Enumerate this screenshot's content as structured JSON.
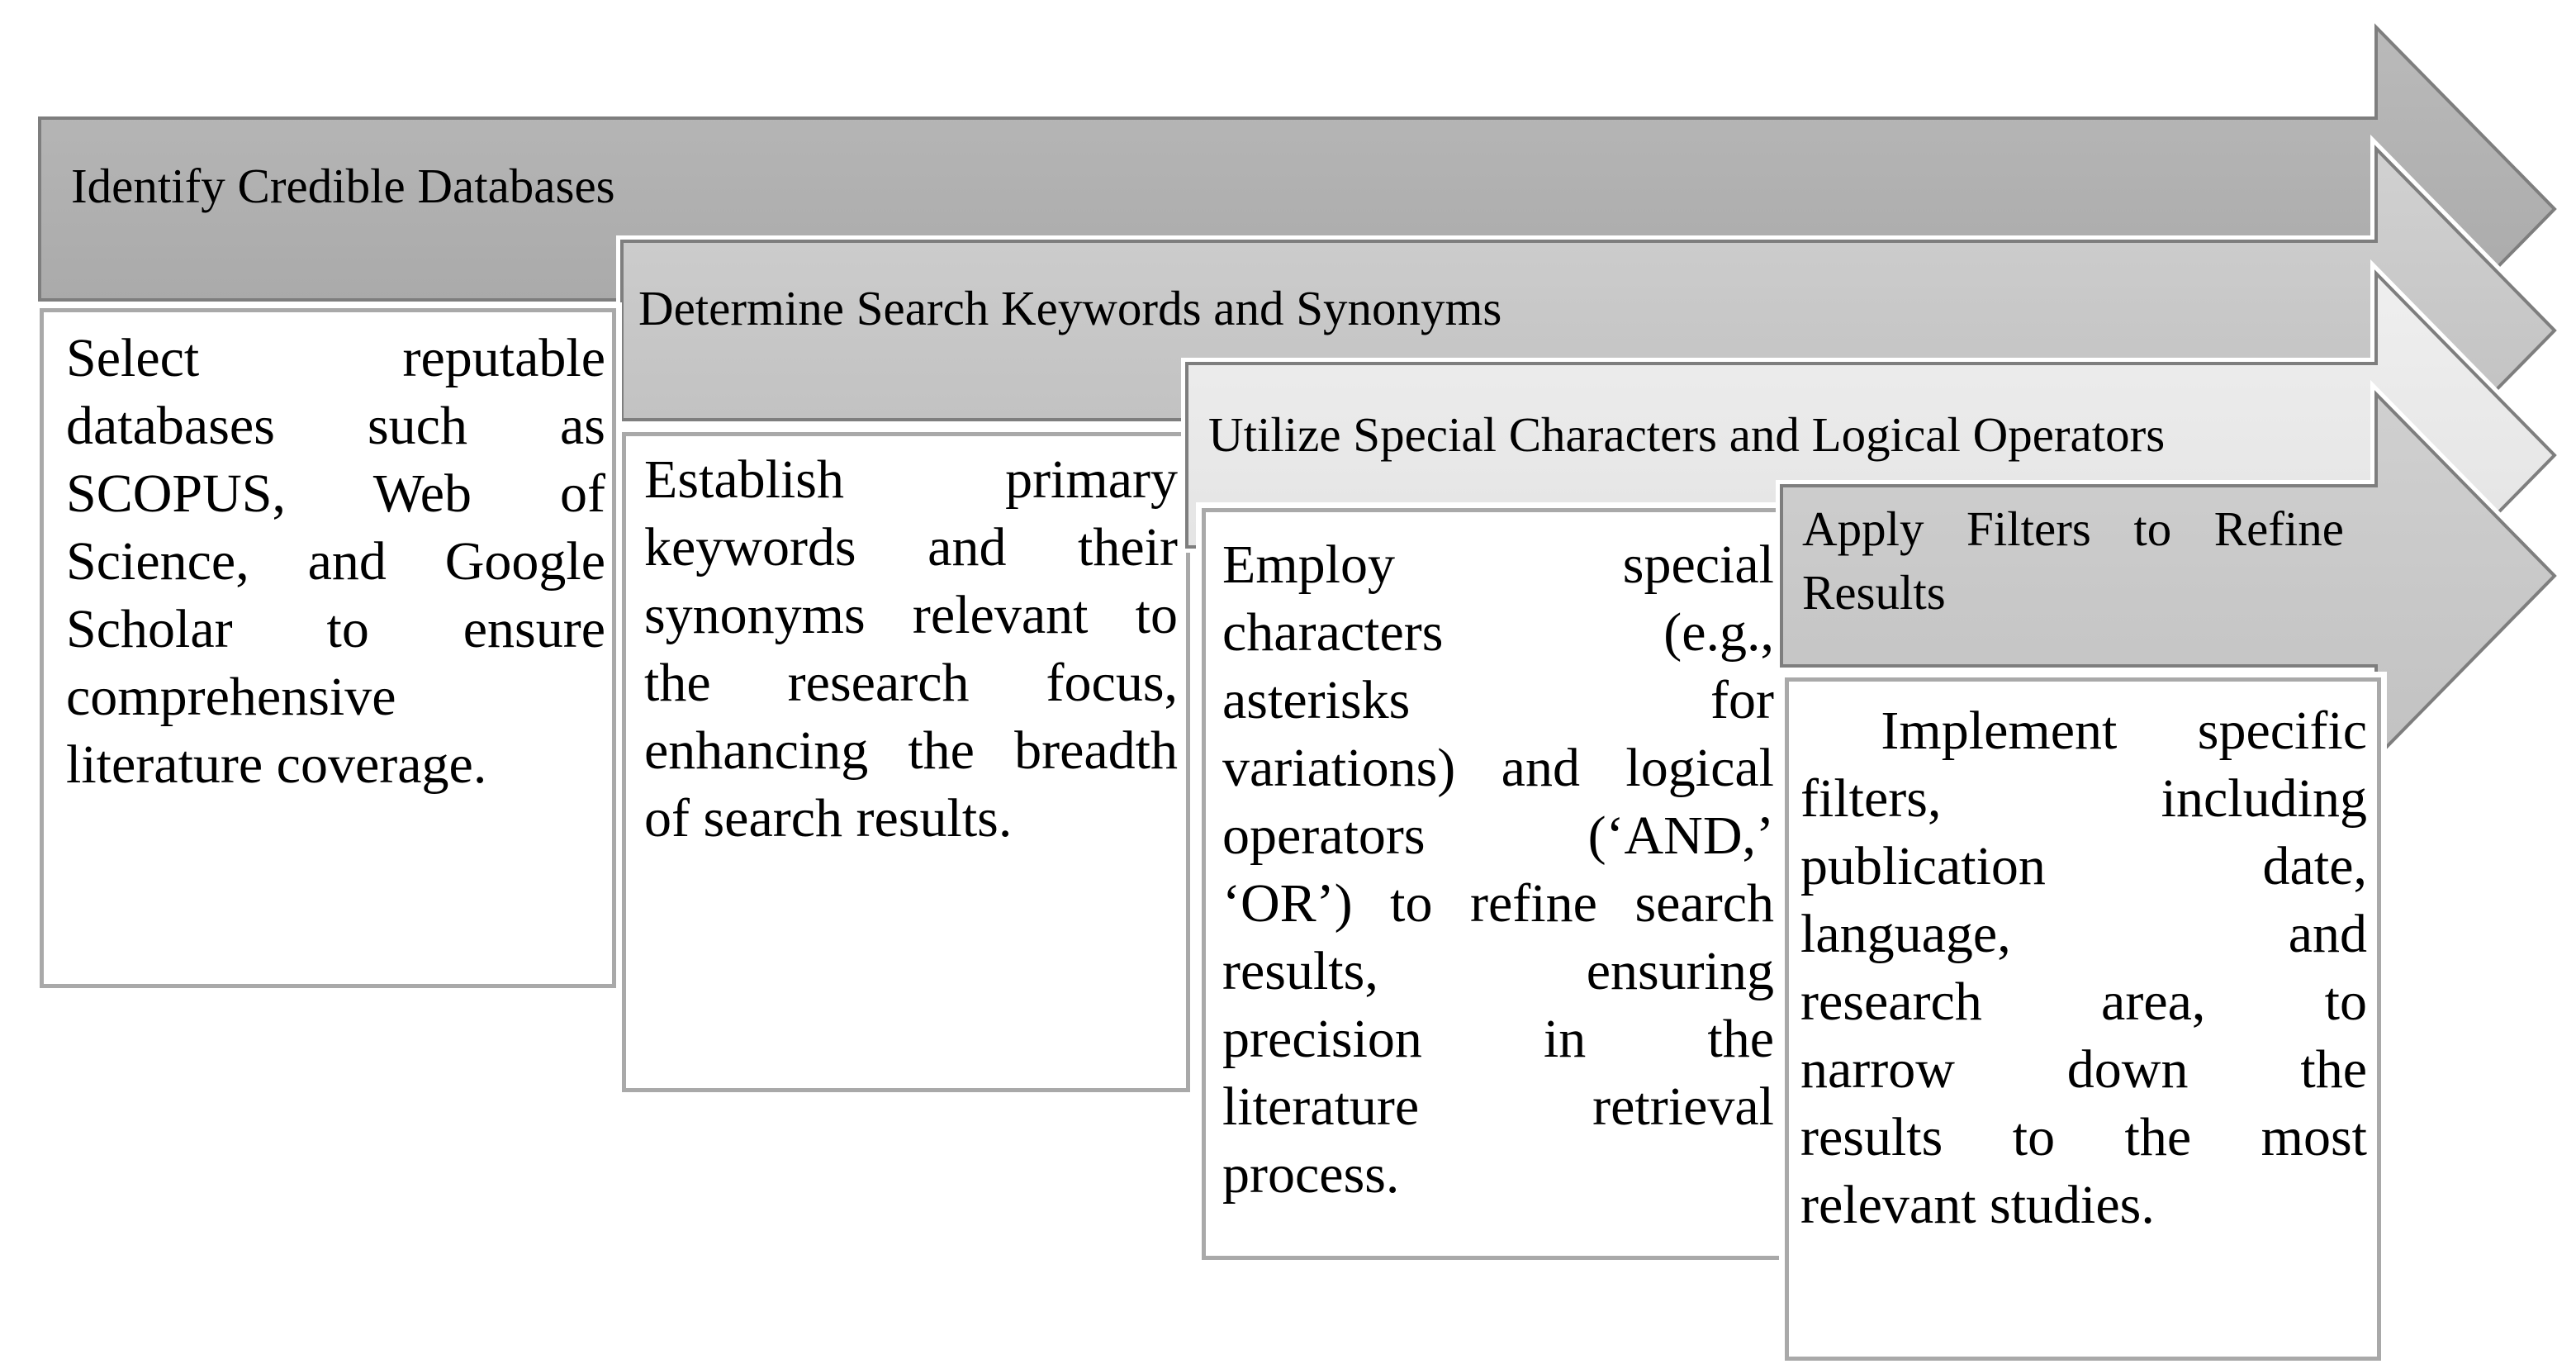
{
  "figure": {
    "type": "stepped-arrow-process-diagram",
    "background_color": "#ffffff",
    "outline_color": "#7e7e7e",
    "halo_color": "#ffffff",
    "box_border_color": "#a9a9a9",
    "box_fill_color": "#ffffff",
    "text_color": "#000000",
    "steps": [
      {
        "order": 1,
        "title": "Identify Credible Databases",
        "title_lines": [
          "Identify Credible Databases"
        ],
        "body_lines": [
          "Select reputable",
          "databases such as",
          "SCOPUS, Web of",
          "Science, and Google",
          "Scholar to ensure",
          "comprehensive",
          "literature coverage."
        ],
        "arrow_fill_top": "#bababa",
        "arrow_fill_bottom": "#a5a5a5"
      },
      {
        "order": 2,
        "title": "Determine Search Keywords and Synonyms",
        "title_lines": [
          "Determine Search Keywords and Synonyms"
        ],
        "body_lines": [
          "Establish primary",
          "keywords and their",
          "synonyms relevant to",
          "the research focus,",
          "enhancing the breadth",
          "of search results."
        ],
        "arrow_fill_top": "#d1d1d1",
        "arrow_fill_bottom": "#bdbdbd"
      },
      {
        "order": 3,
        "title": "Utilize Special Characters and Logical Operators",
        "title_lines": [
          "Utilize Special Characters and Logical Operators"
        ],
        "body_lines": [
          "Employ special",
          "characters (e.g.,",
          "asterisks for",
          "variations) and logical",
          "operators (‘AND,’",
          "‘OR’) to refine search",
          "results, ensuring",
          "precision in the",
          "literature retrieval",
          "process."
        ],
        "arrow_fill_top": "#efefef",
        "arrow_fill_bottom": "#e1e1e1"
      },
      {
        "order": 4,
        "title": "Apply Filters to Refine Results",
        "title_lines": [
          "Apply Filters to Refine",
          "Results"
        ],
        "body_lines": [
          " Implement specific",
          "filters, including",
          "publication date,",
          "language, and",
          "research area, to",
          "narrow down the",
          "results to the most",
          "relevant studies."
        ],
        "arrow_fill_top": "#d0d0d0",
        "arrow_fill_bottom": "#c2c2c2"
      }
    ]
  }
}
